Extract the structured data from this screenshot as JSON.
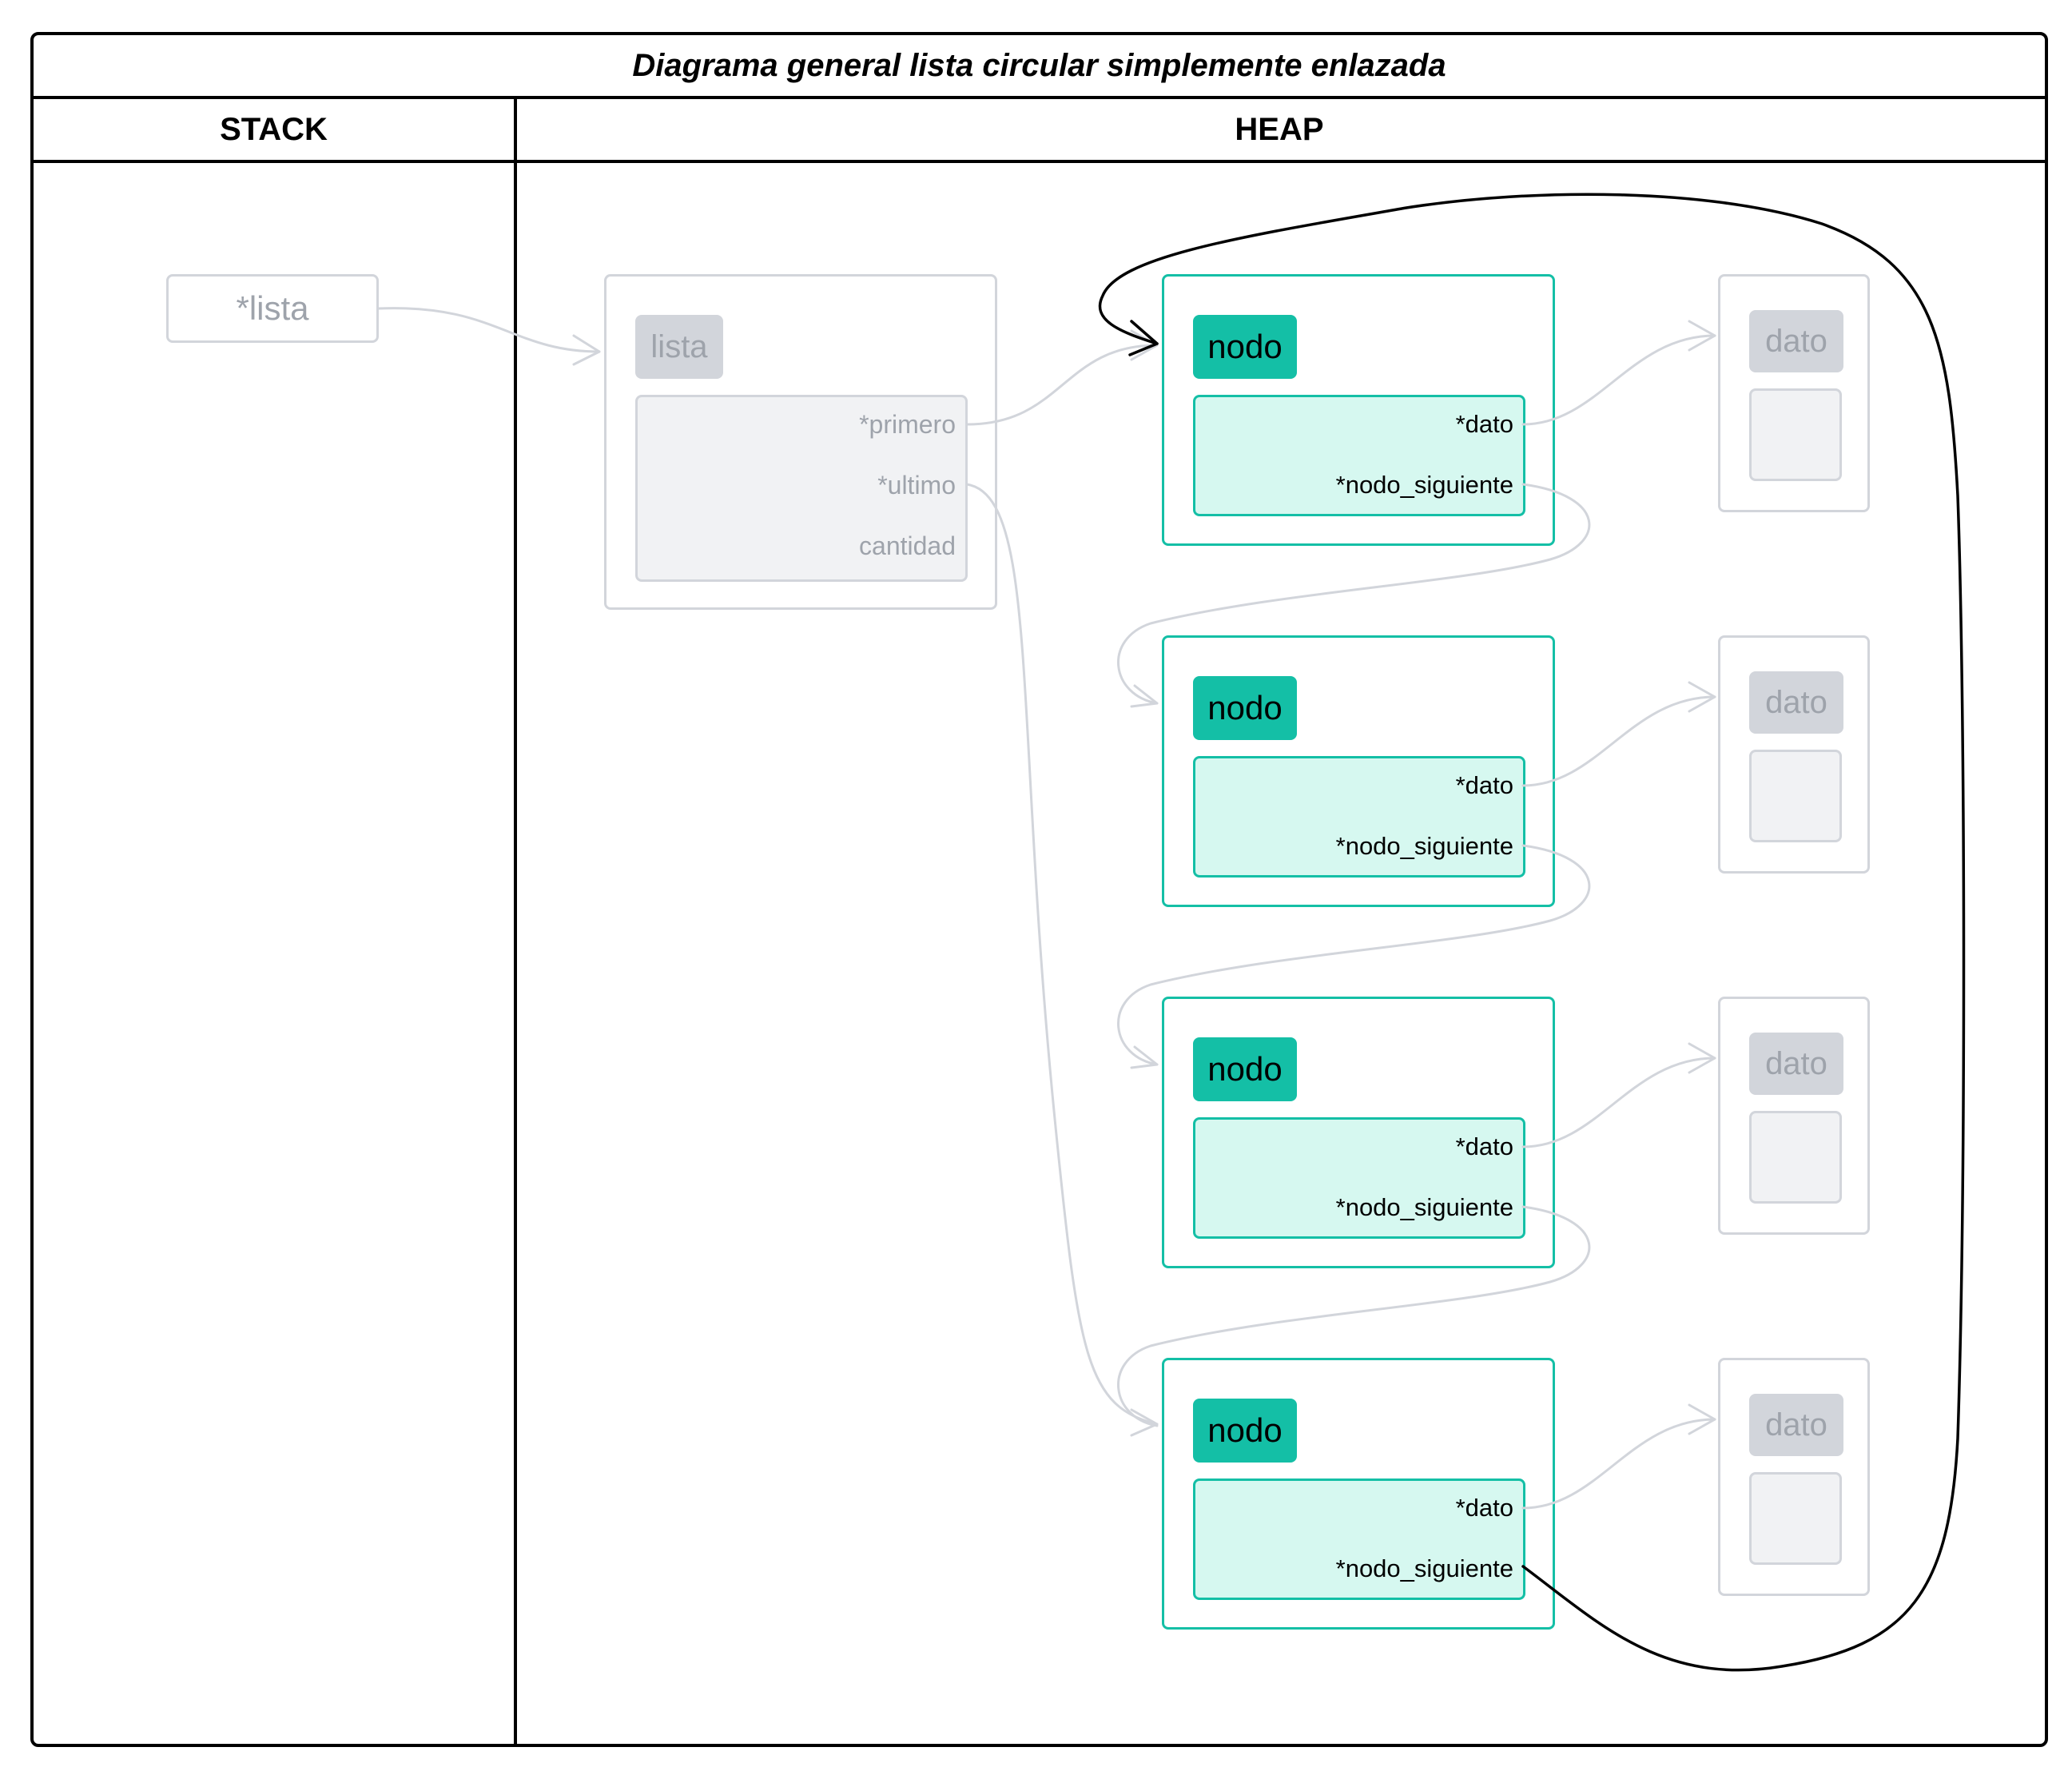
{
  "title": "Diagrama general lista circular simplemente enlazada",
  "columns": {
    "stack": "STACK",
    "heap": "HEAP"
  },
  "stack_pointer": {
    "label": "*lista"
  },
  "lista_struct": {
    "tag": "lista",
    "fields": [
      "*primero",
      "*ultimo",
      "cantidad"
    ]
  },
  "nodes": [
    {
      "tag": "nodo",
      "fields": [
        "*dato",
        "*nodo_siguiente"
      ]
    },
    {
      "tag": "nodo",
      "fields": [
        "*dato",
        "*nodo_siguiente"
      ]
    },
    {
      "tag": "nodo",
      "fields": [
        "*dato",
        "*nodo_siguiente"
      ]
    },
    {
      "tag": "nodo",
      "fields": [
        "*dato",
        "*nodo_siguiente"
      ]
    }
  ],
  "datos": [
    {
      "tag": "dato"
    },
    {
      "tag": "dato"
    },
    {
      "tag": "dato"
    },
    {
      "tag": "dato"
    }
  ],
  "colors": {
    "frame": "#000000",
    "muted_border": "#d2d5db",
    "muted_fill": "#f1f2f4",
    "muted_text": "#9ea3ab",
    "node_accent": "#14bfa6",
    "node_fill": "#d6f8f0",
    "circular_link": "#000000"
  }
}
